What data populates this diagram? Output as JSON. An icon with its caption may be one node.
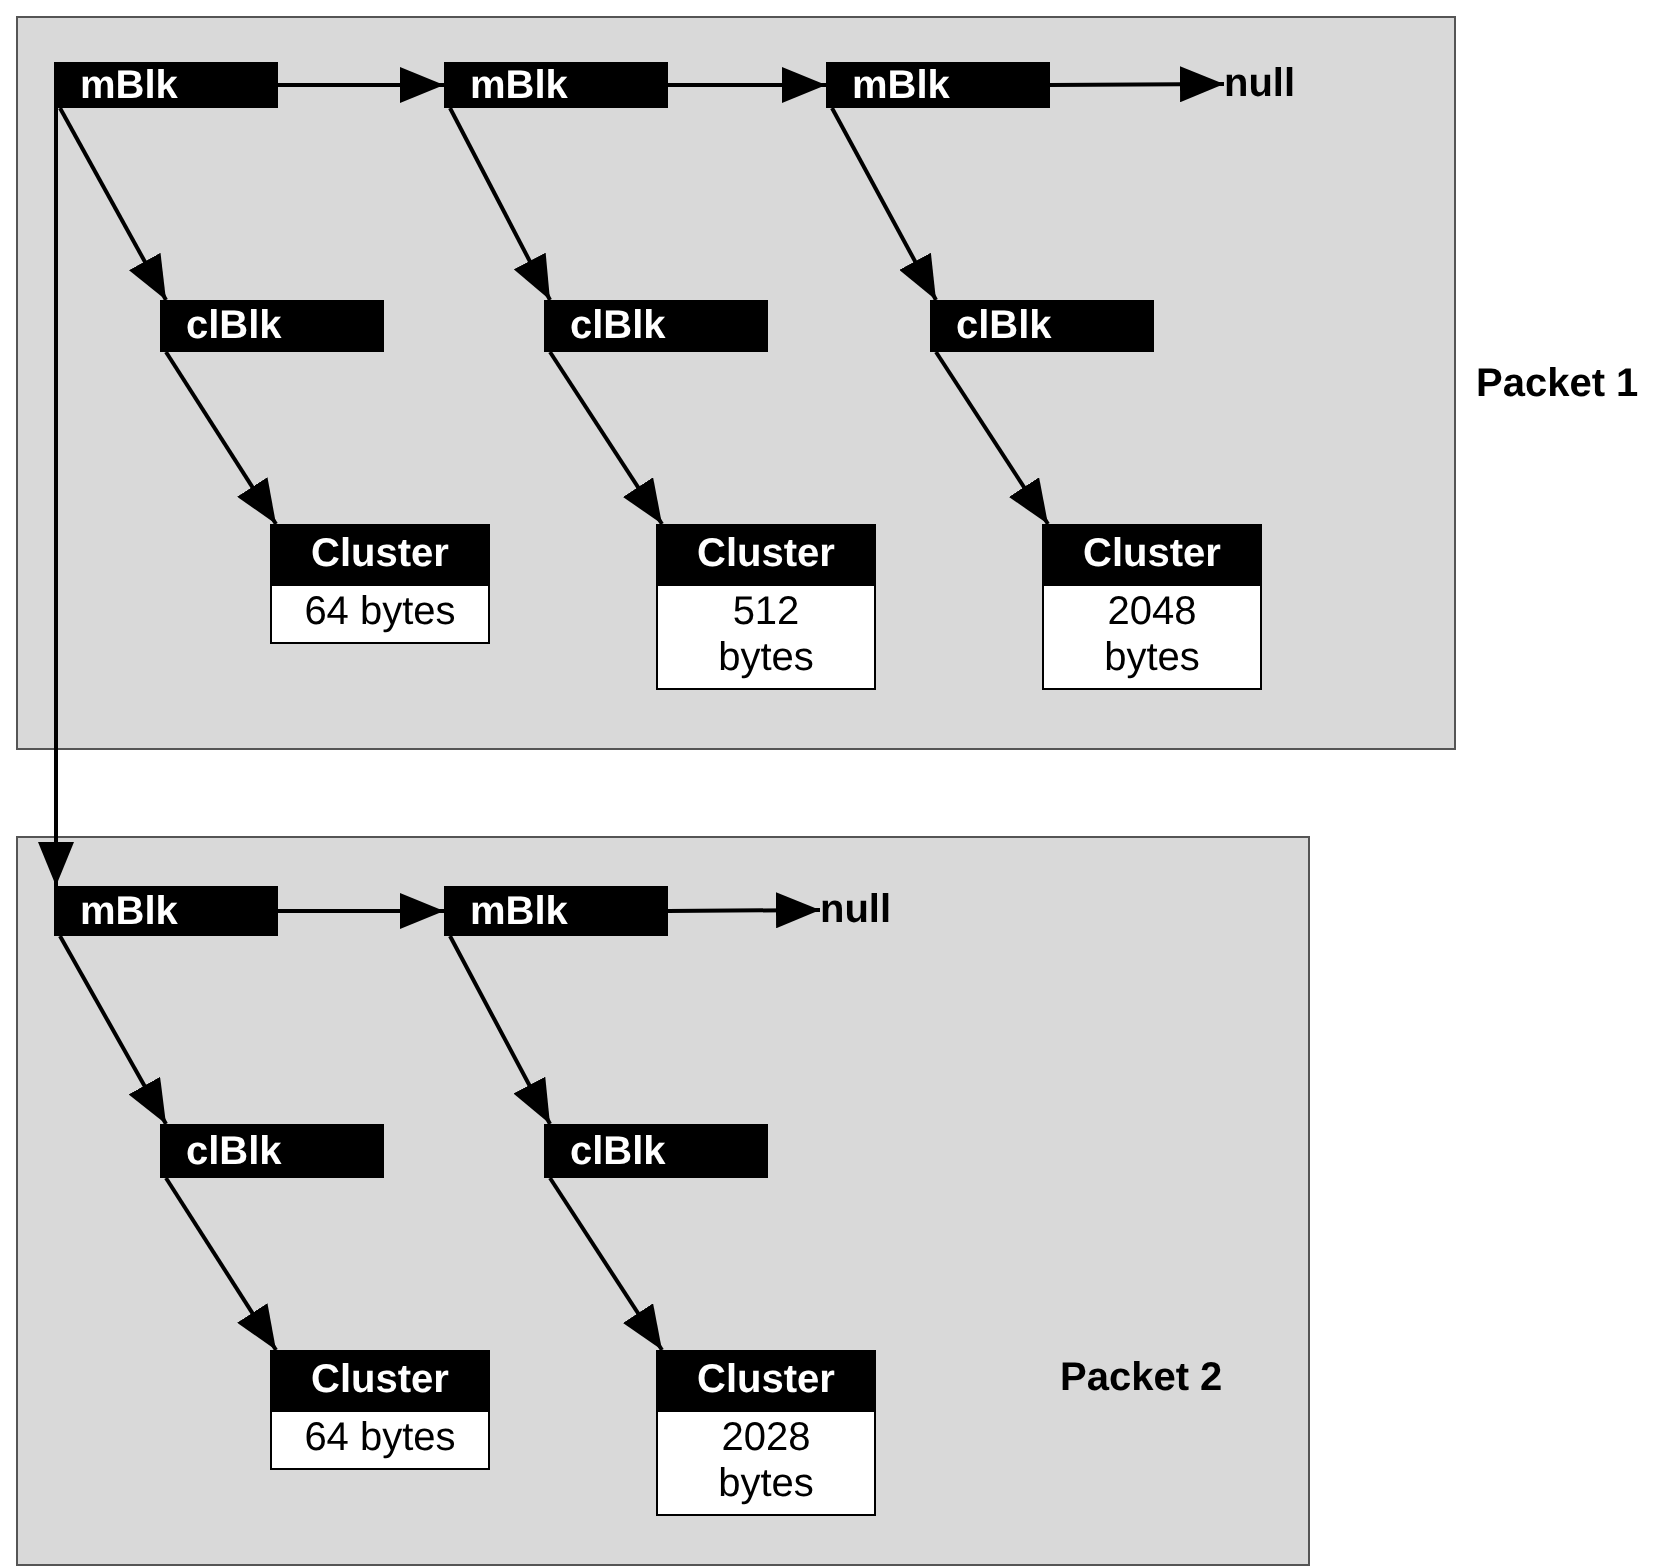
{
  "diagram": {
    "nodes": [
      {
        "text": [],
        "shape": "box",
        "beside": [
          "Packet 1"
        ]
      },
      {
        "text": [
          "mBlk"
        ],
        "in": 0
      },
      {
        "text": [
          "mBlk"
        ],
        "in": 0
      },
      {
        "text": [
          "mBlk"
        ],
        "in": 0
      },
      {
        "text": [
          "null"
        ],
        "in": 0
      },
      {
        "text": [
          "clBlk"
        ],
        "in": 0
      },
      {
        "text": [
          "clBlk"
        ],
        "in": 0
      },
      {
        "text": [
          "clBlk"
        ],
        "in": 0
      },
      {
        "text": [
          "Cluster",
          "64 bytes"
        ],
        "in": 0
      },
      {
        "text": [
          "Cluster",
          "512 bytes"
        ],
        "in": 0
      },
      {
        "text": [
          "Cluster",
          "2048 bytes"
        ],
        "in": 0
      },
      {
        "text": [],
        "shape": "box",
        "beside": [
          "Packet 2"
        ]
      },
      {
        "text": [
          "mBlk"
        ],
        "in": 11
      },
      {
        "text": [
          "mBlk"
        ],
        "in": 11
      },
      {
        "text": [
          "null"
        ],
        "in": 11
      },
      {
        "text": [
          "clBlk"
        ],
        "in": 11
      },
      {
        "text": [
          "clBlk"
        ],
        "in": 11
      },
      {
        "text": [
          "Cluster",
          "64 bytes"
        ],
        "in": 11
      },
      {
        "text": [
          "Cluster",
          "2028 bytes"
        ],
        "in": 11
      }
    ],
    "edges": [
      {
        "from": 1,
        "to": 2,
        "arrow": "to"
      },
      {
        "from": 2,
        "to": 3,
        "arrow": "to"
      },
      {
        "from": 3,
        "to": 4,
        "arrow": "to"
      },
      {
        "from": 1,
        "to": 5,
        "arrow": "to"
      },
      {
        "from": 5,
        "to": 8,
        "arrow": "to"
      },
      {
        "from": 2,
        "to": 6,
        "arrow": "to"
      },
      {
        "from": 6,
        "to": 9,
        "arrow": "to"
      },
      {
        "from": 3,
        "to": 7,
        "arrow": "to"
      },
      {
        "from": 7,
        "to": 10,
        "arrow": "to"
      },
      {
        "from": 1,
        "to": 12,
        "arrow": "to"
      },
      {
        "from": 12,
        "to": 13,
        "arrow": "to"
      },
      {
        "from": 13,
        "to": 14,
        "arrow": "to"
      },
      {
        "from": 12,
        "to": 15,
        "arrow": "to"
      },
      {
        "from": 15,
        "to": 17,
        "arrow": "to"
      },
      {
        "from": 13,
        "to": 16,
        "arrow": "to"
      },
      {
        "from": 16,
        "to": 18,
        "arrow": "to"
      }
    ]
  }
}
